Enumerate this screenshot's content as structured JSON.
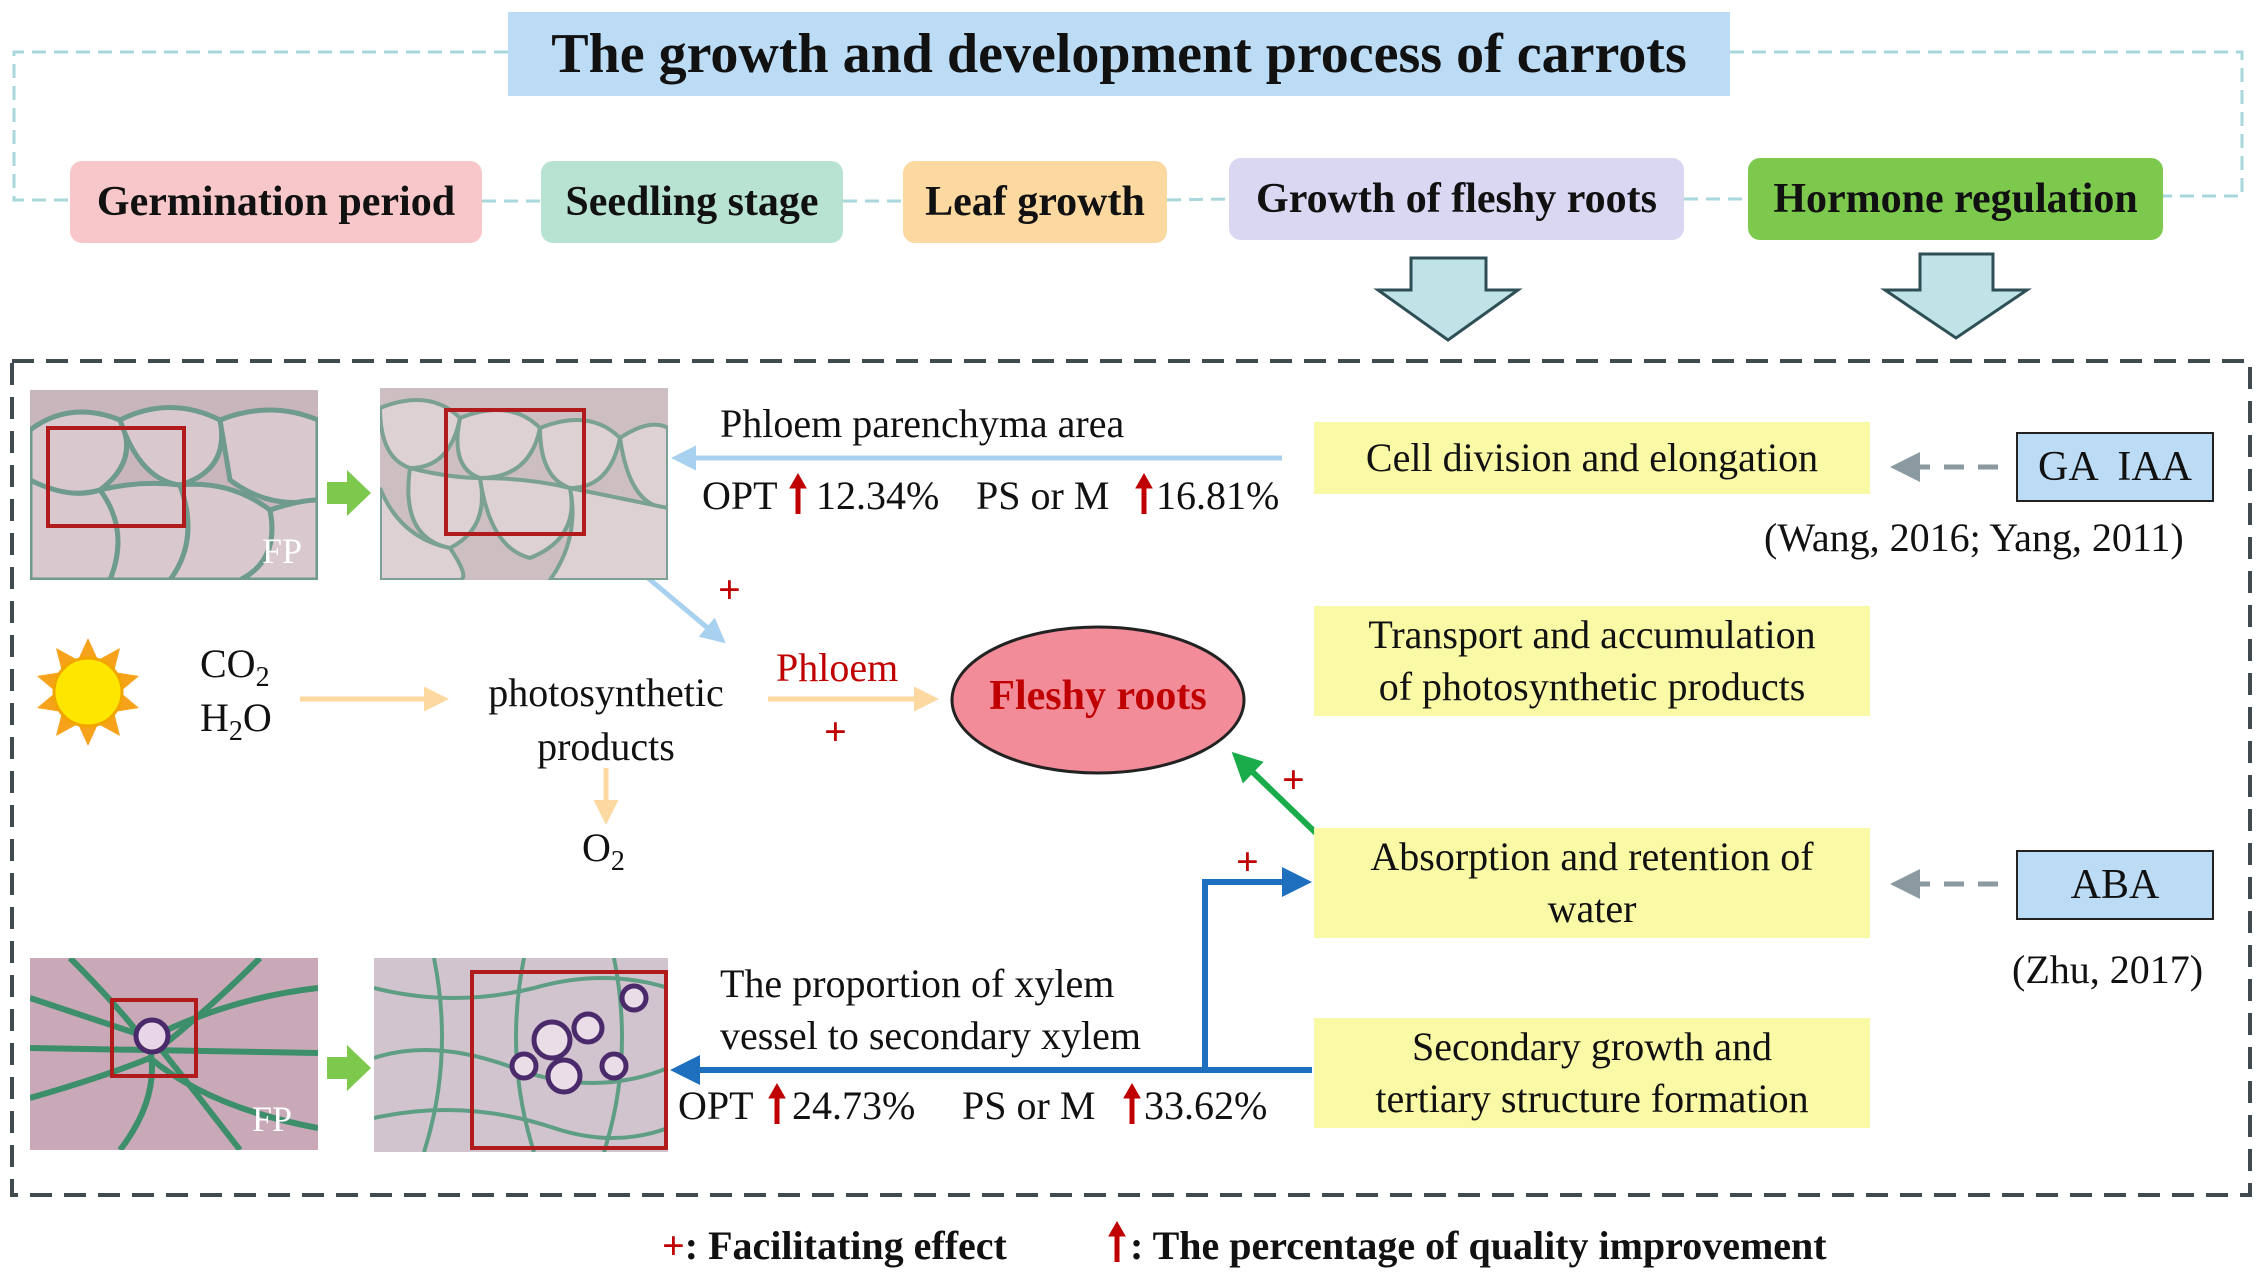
{
  "title": "The growth and development process of carrots",
  "stages": [
    {
      "label": "Germination period"
    },
    {
      "label": "Seedling stage"
    },
    {
      "label": "Leaf growth"
    },
    {
      "label": "Growth of fleshy roots"
    },
    {
      "label": "Hormone regulation"
    }
  ],
  "processes": {
    "cell_division": "Cell division and elongation",
    "transport_line1": "Transport and accumulation",
    "transport_line2": "of photosynthetic products",
    "absorption_line1": "Absorption and retention of",
    "absorption_line2": "water",
    "secondary_line1": "Secondary growth and",
    "secondary_line2": "tertiary structure formation"
  },
  "hormones": {
    "ga_iaa": "GA  IAA",
    "aba": "ABA",
    "cite_ga": "(Wang, 2016; Yang, 2011)",
    "cite_aba": "(Zhu, 2017)"
  },
  "phloem_stats": {
    "label": "Phloem parenchyma area",
    "opt": "OPT",
    "opt_value": "12.34%",
    "ps": "PS or M",
    "ps_value": "16.81%"
  },
  "xylem_stats": {
    "label_line1": "The proportion of xylem",
    "label_line2": "vessel to secondary xylem",
    "opt": "OPT",
    "opt_value": "24.73%",
    "ps": "PS or M",
    "ps_value": "33.62%"
  },
  "photosynthesis": {
    "co2": "CO",
    "co2_sub": "2",
    "h2o_h": "H",
    "h2o_sub": "2",
    "h2o_o": "O",
    "products_line1": "photosynthetic",
    "products_line2": "products",
    "o2": "O",
    "o2_sub": "2",
    "phloem": "Phloem",
    "fleshy_roots": "Fleshy roots",
    "plus": "+"
  },
  "micrograph_label": "FP",
  "legend": {
    "plus_symbol": "+",
    "plus_text": ": Facilitating effect",
    "arrow_text": ":  The percentage of quality improvement"
  },
  "colors": {
    "accent_red": "#c00000",
    "blue_arrow": "#1f6fbf",
    "light_blue_arrow": "#a8d1f0",
    "green_arrow": "#1aab4a",
    "orange_arrow": "#fbd9a0",
    "green_arrow_fill": "#7cc94e",
    "down_arrow_fill": "#bfe3e6"
  }
}
